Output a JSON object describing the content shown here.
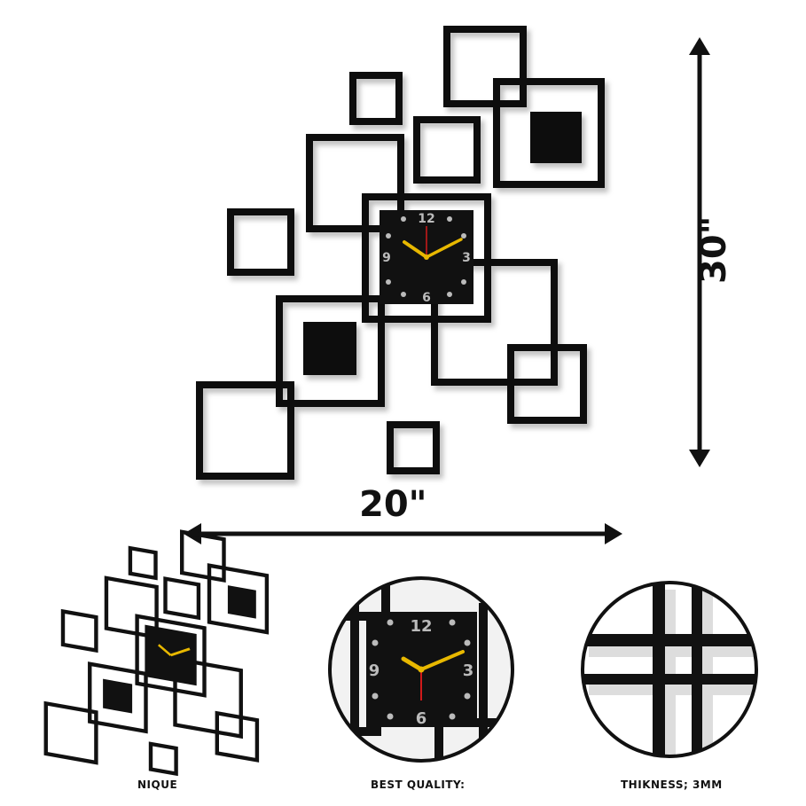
{
  "dimensions": {
    "width_label": "20\"",
    "height_label": "30\""
  },
  "clock": {
    "numerals": [
      "12",
      "3",
      "6",
      "9"
    ],
    "hand_color": "#e8b800",
    "second_hand_color": "#d11a1a",
    "face_color": "#111111",
    "frame_color": "#111111"
  },
  "captions": [
    "NIQUE",
    "BEST QUALITY:",
    "THIKNESS; 3MM"
  ]
}
